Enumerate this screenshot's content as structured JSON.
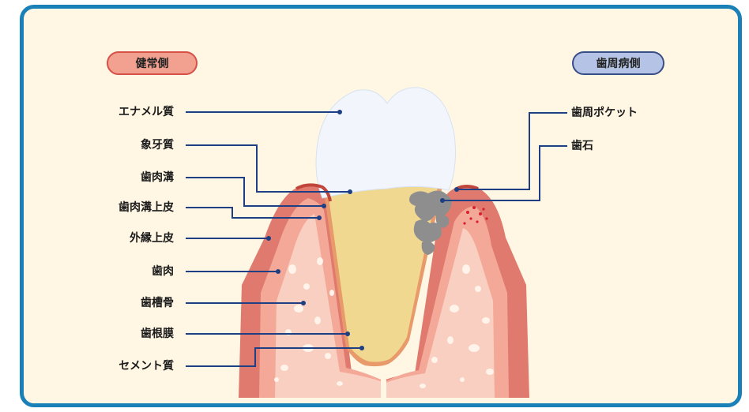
{
  "badges": {
    "healthy": "健常側",
    "disease": "歯周病側"
  },
  "labels_left": [
    "エナメル質",
    "象牙質",
    "歯肉溝",
    "歯肉溝上皮",
    "外縁上皮",
    "歯肉",
    "歯槽骨",
    "歯根膜",
    "セメント質"
  ],
  "labels_right": [
    "歯周ポケット",
    "歯石"
  ],
  "colors": {
    "frame": "#1a80b8",
    "background": "#fff7e4",
    "leader_line": "#1e3f84",
    "gum": "#e07a6e",
    "bone": "#f6c8b8",
    "dentin": "#f0d890",
    "enamel": "#eef3fb",
    "tartar": "#8e8e8e"
  }
}
